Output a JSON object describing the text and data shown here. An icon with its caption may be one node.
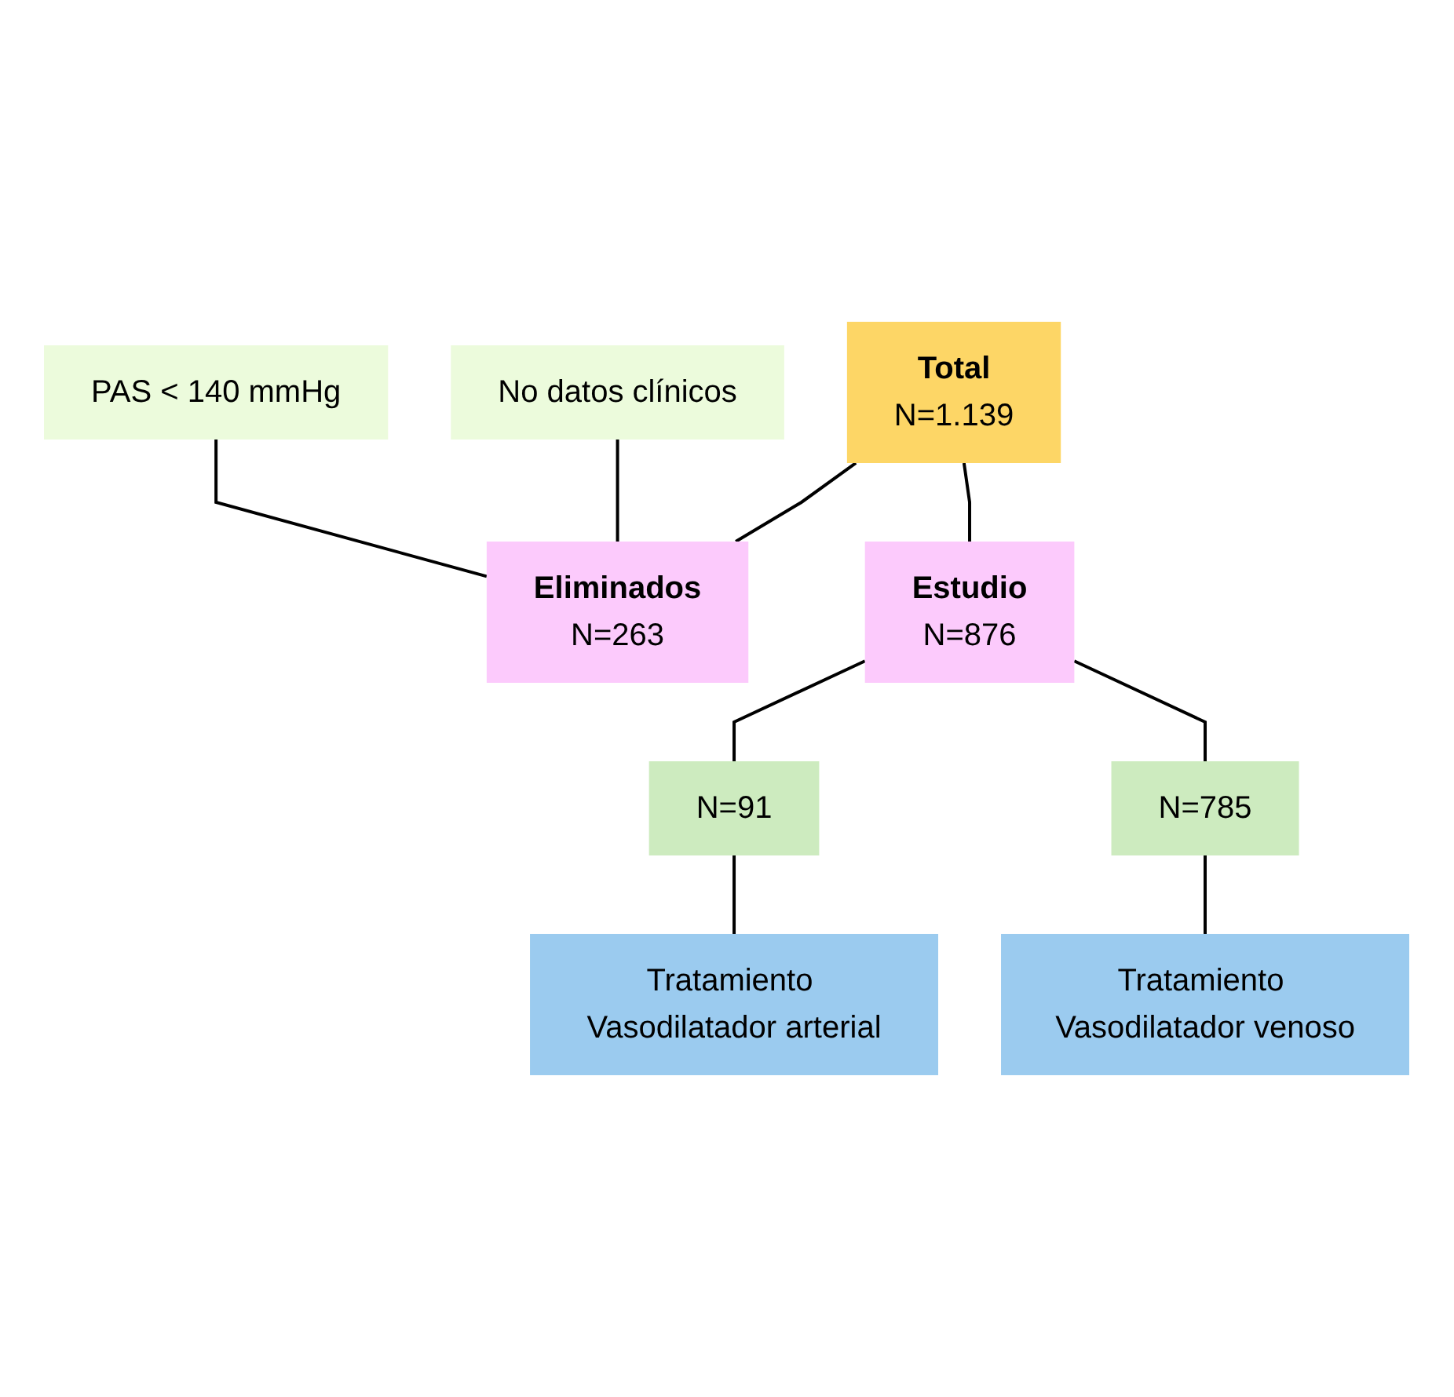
{
  "diagram": {
    "nodes": [
      {
        "text": [
          "Total",
          "N=1.139"
        ]
      },
      {
        "text": [
          "No datos clínicos"
        ]
      },
      {
        "text": [
          "Eliminados",
          "N=263"
        ]
      },
      {
        "text": [
          "PAS < 140 mmHg"
        ]
      },
      {
        "text": [
          "Estudio",
          "N=876"
        ]
      },
      {
        "text": [
          "N=91"
        ]
      },
      {
        "text": [
          "N=785"
        ]
      },
      {
        "text": [
          "Tratamiento Vasodilatador arterial"
        ]
      },
      {
        "text": [
          "Tratamiento Vasodilatador venoso"
        ]
      }
    ],
    "edges": [
      {
        "from": 0,
        "to": 2,
        "arrow": "none"
      },
      {
        "from": 0,
        "to": 4,
        "arrow": "none"
      },
      {
        "from": 1,
        "to": 2,
        "arrow": "none"
      },
      {
        "from": 3,
        "to": 2,
        "arrow": "none"
      },
      {
        "from": 4,
        "to": 5,
        "arrow": "none"
      },
      {
        "from": 4,
        "to": 6,
        "arrow": "none"
      },
      {
        "from": 5,
        "to": 7,
        "arrow": "none"
      },
      {
        "from": 6,
        "to": 8,
        "arrow": "none"
      }
    ]
  }
}
